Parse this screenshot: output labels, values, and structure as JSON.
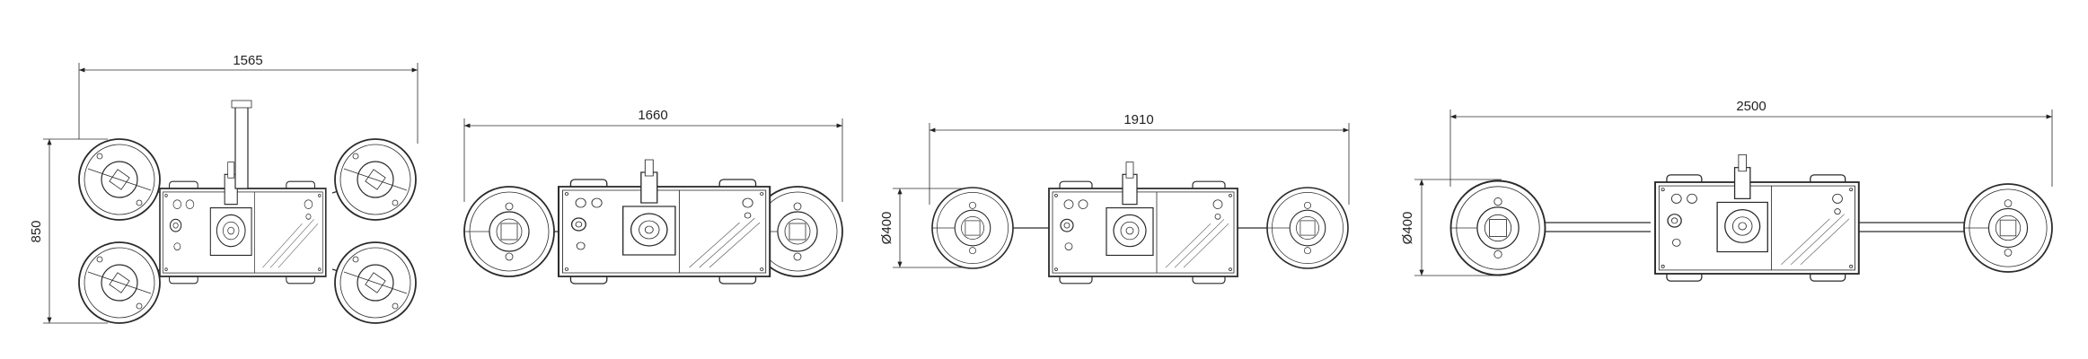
{
  "drawings": [
    {
      "name": "view-1",
      "width_label": "1565",
      "height_label": "850"
    },
    {
      "name": "view-2",
      "width_label": "1660"
    },
    {
      "name": "view-3",
      "width_label": "1910",
      "diameter_label": "Ø400"
    },
    {
      "name": "view-4",
      "width_label": "2500",
      "diameter_label": "Ø400"
    }
  ]
}
